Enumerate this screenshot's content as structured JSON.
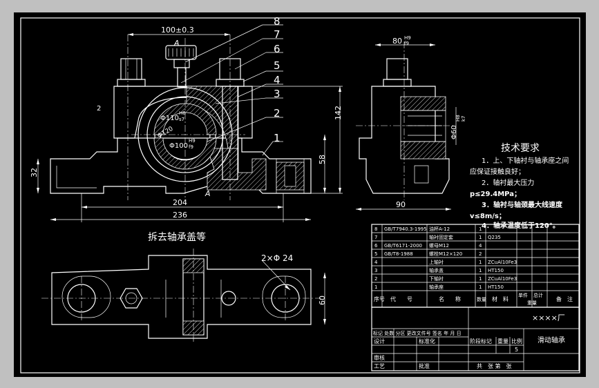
{
  "colors": {
    "background": "#c0c0c0",
    "sheet": "#000000",
    "ink": "#ffffff"
  },
  "front_view": {
    "dim_top": "100±0.3",
    "dim_bottom_inner": "204",
    "dim_bottom_outer": "236",
    "dim_left": "32",
    "dim_right_small": "58",
    "dim_right_tall": "142",
    "dim_small": "2",
    "fit_1": "Φ110",
    "fit_1_tol": "H8",
    "fit_1_tol2": "s7",
    "fit_2": "Φ100",
    "fit_2_tol": "H9",
    "fit_2_tol2": "f9",
    "fit_3": "Φ120",
    "section_a": "A",
    "balloons": [
      "8",
      "7",
      "6",
      "5",
      "4",
      "3",
      "2",
      "1"
    ]
  },
  "side_view": {
    "dim_top": "80",
    "dim_top_tol": "H9",
    "dim_top_tol2": "f9",
    "dim_bottom": "90",
    "dim_vert": "Φ60",
    "dim_vert_tol": "H8",
    "dim_vert_tol2": "k7"
  },
  "top_view": {
    "caption": "拆去轴承盖等",
    "holes": "2×Φ 24",
    "dim_right": "60"
  },
  "requirements": {
    "title": "技术要求",
    "lines": [
      "1．上、下轴衬与轴承座之间",
      "应保证接触良好；",
      "2．轴衬最大压力",
      "p≤29.4MPa；",
      "3．轴衬与轴颈最大线速度",
      "v≤8m/s；",
      "4．轴承温度低于120°。"
    ]
  },
  "parts_list": {
    "rows": [
      {
        "no": "8",
        "code": "GB/T7940.3-1995",
        "name": "油杯A-12",
        "qty": "1",
        "mat": ""
      },
      {
        "no": "7",
        "code": "",
        "name": "轴衬固定套",
        "qty": "1",
        "mat": "Q235"
      },
      {
        "no": "6",
        "code": "GB/T6171-2000",
        "name": "螺母M12",
        "qty": "4",
        "mat": ""
      },
      {
        "no": "5",
        "code": "GB/T8-1988",
        "name": "螺栓M12×120",
        "qty": "2",
        "mat": ""
      },
      {
        "no": "4",
        "code": "",
        "name": "上轴衬",
        "qty": "1",
        "mat": "ZCuAl10Fe3"
      },
      {
        "no": "3",
        "code": "",
        "name": "轴承盖",
        "qty": "1",
        "mat": "HT150"
      },
      {
        "no": "2",
        "code": "",
        "name": "下轴衬",
        "qty": "1",
        "mat": "ZCuAl10Fe3"
      },
      {
        "no": "1",
        "code": "",
        "name": "轴承座",
        "qty": "1",
        "mat": "HT150"
      }
    ],
    "header": {
      "no": "序号",
      "code": "代　　号",
      "name": "名　　称",
      "qty": "数量",
      "mat": "材　料",
      "unit_wt": "单件",
      "total_wt": "总计",
      "weight": "重量",
      "note": "备　注"
    }
  },
  "title_block": {
    "company": "××××厂",
    "drawing_name": "滑动轴承",
    "row1": "标记 处数 分区 更改文件号 签名 年 月 日",
    "design": "设计",
    "standard": "标准化",
    "stage": "阶段标记",
    "weight": "重量",
    "scale": "比例",
    "scale_val": "5",
    "review": "审核",
    "process": "工艺",
    "approve": "批准",
    "sheets": "共　张 第　张"
  }
}
